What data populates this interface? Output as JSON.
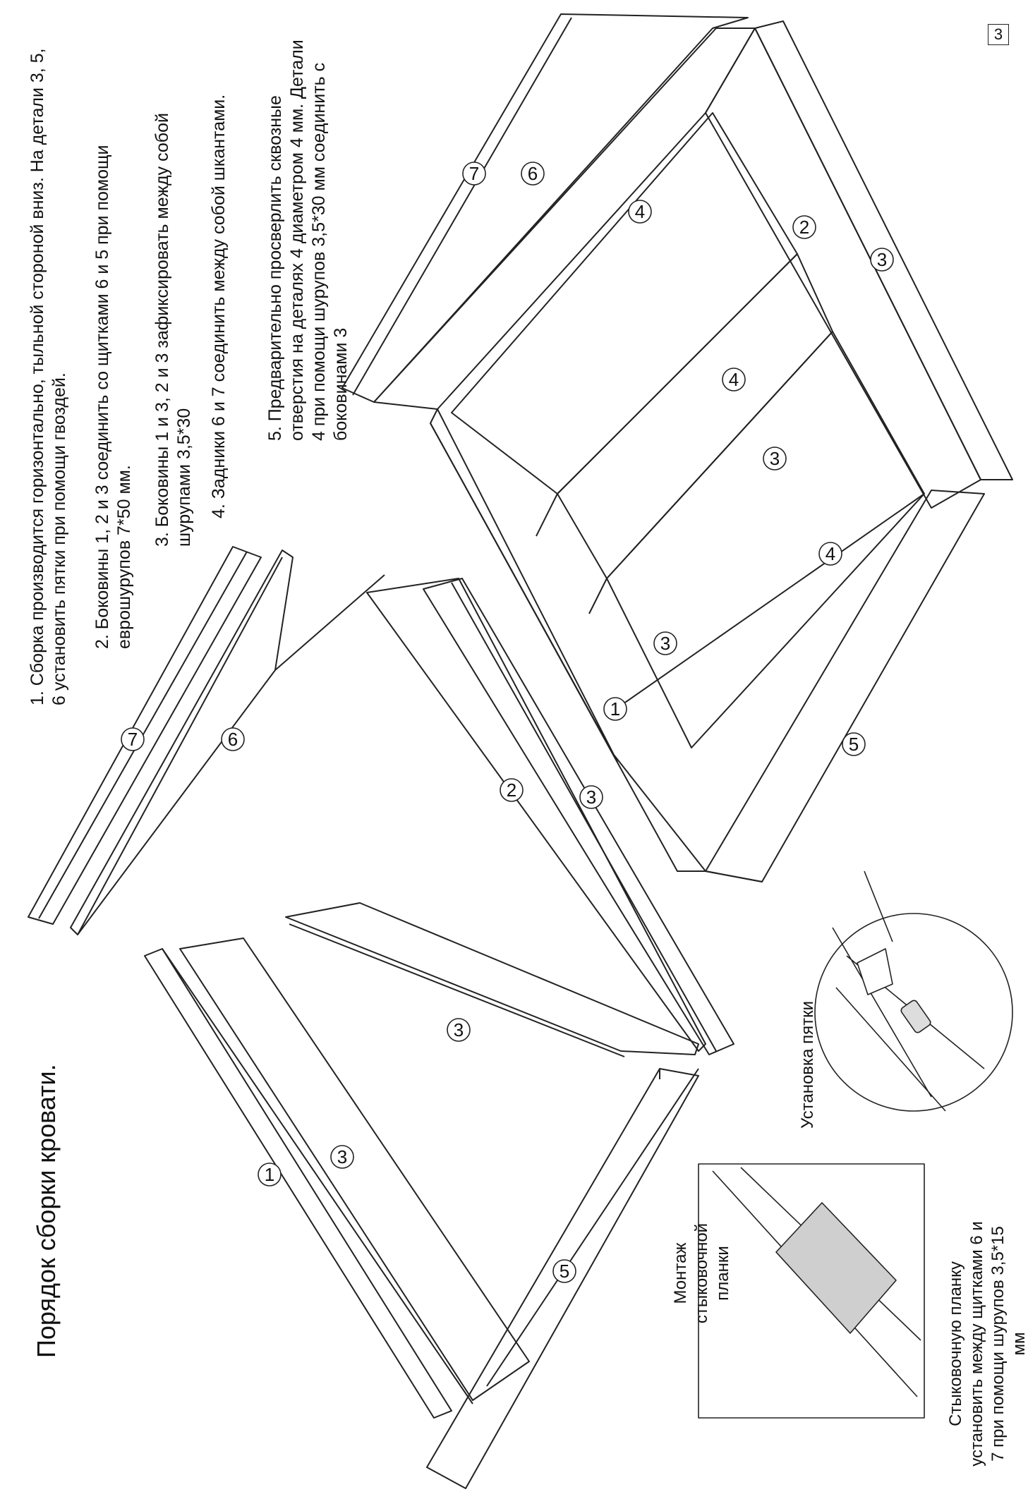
{
  "page_number": "3",
  "title": "Порядок сборки кровати.",
  "steps": [
    "1. Сборка производится горизонтально, тыльной стороной вниз. На детали 3, 5, 6 установить пятки при помощи гвоздей.",
    "2. Боковины 1, 2 и 3 соединить со щитками 6 и 5 при помощи еврошурупов 7*50 мм.",
    "3. Боковины 1 и 3, 2 и 3 зафиксировать между собой шурупами 3,5*30",
    "4. Задники 6 и 7 соединить между собой шкантами.",
    "5. Предварительно просверлить сквозные отверстия на деталях 4 диаметром 4 мм. Детали 4 при помощи шурупов 3,5*30 мм соединить с боковинами 3"
  ],
  "heel_caption": "Установка пятки",
  "plate_caption": "Монтаж стыковочной планки",
  "plate_note": "Стыковочную планку установить между щитками 6 и 7 при помощи шурупов 3,5*15 мм",
  "part_labels": {
    "a1": "1",
    "a2": "2",
    "a3": "3",
    "a3b": "3",
    "a5": "5",
    "a6": "6",
    "a7": "7",
    "b1": "1",
    "b2": "2",
    "b3": "3",
    "b3i": "3",
    "b3j": "3",
    "b4a": "4",
    "b4b": "4",
    "b4c": "4",
    "b5": "5",
    "b6": "6",
    "b7": "7"
  }
}
